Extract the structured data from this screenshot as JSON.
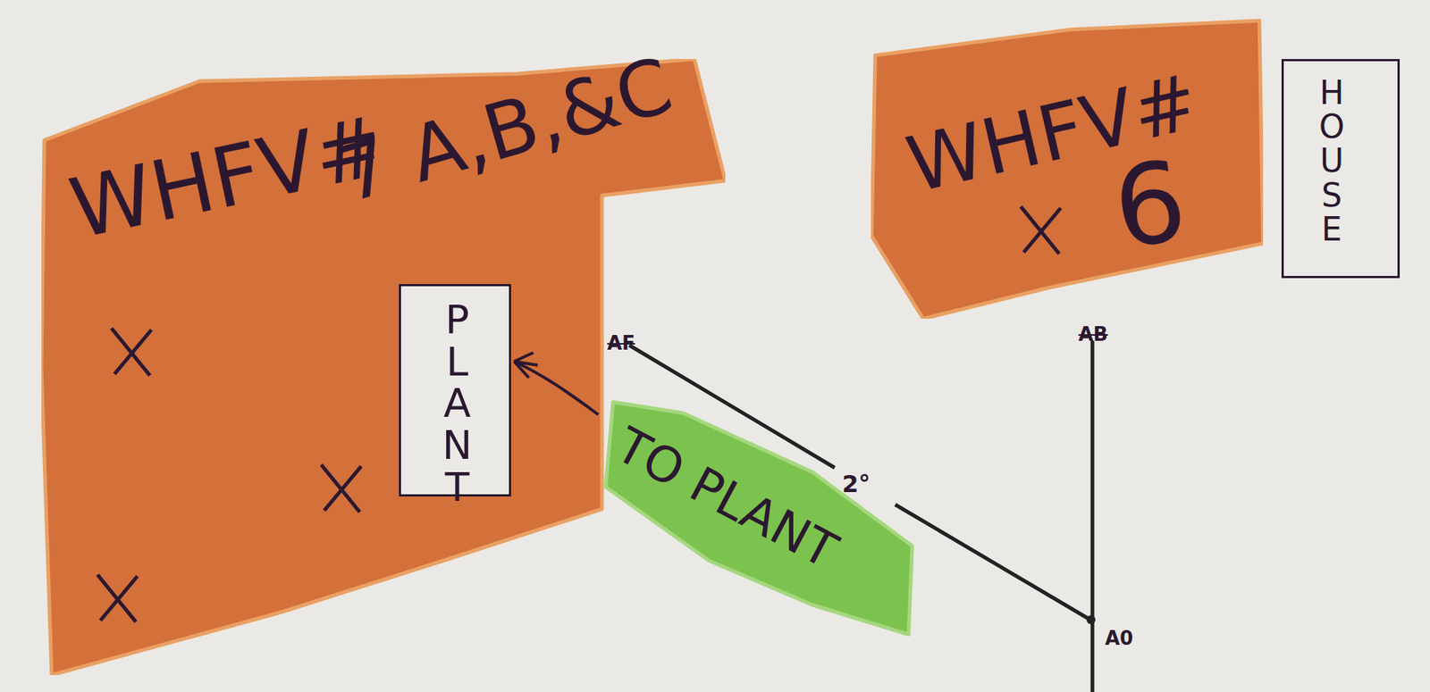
{
  "diagram": {
    "nodes": [
      {
        "text": [
          "WHFV#",
          "7 A,B,&C"
        ]
      },
      {
        "text": [
          "PLANT"
        ],
        "in": 0
      },
      {
        "text": [
          "WHFV#",
          "6"
        ]
      },
      {
        "text": [
          "HOUSE"
        ]
      },
      {
        "text": [
          "TO PLANT"
        ]
      }
    ],
    "labels": [
      "AF",
      "AB",
      "2°",
      "A0"
    ]
  }
}
